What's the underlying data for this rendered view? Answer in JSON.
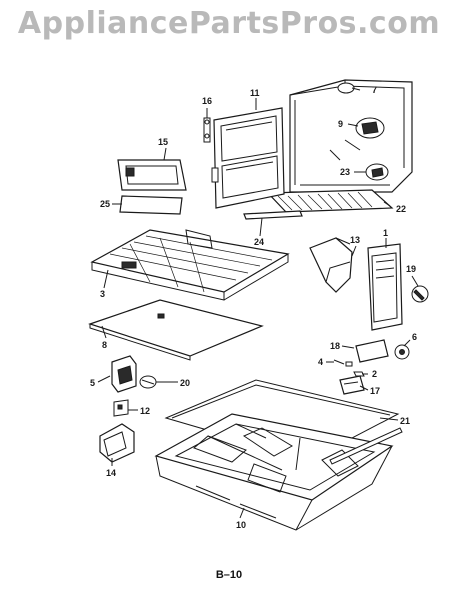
{
  "watermark": "AppliancePartsPros.com",
  "page_label": "B–10",
  "callouts": {
    "p1": "1",
    "p2": "2",
    "p3": "3",
    "p4": "4",
    "p5": "5",
    "p6": "6",
    "p7": "7",
    "p8": "8",
    "p9": "9",
    "p10": "10",
    "p11": "11",
    "p12": "12",
    "p13": "13",
    "p14": "14",
    "p15": "15",
    "p16": "16",
    "p17": "17",
    "p18": "18",
    "p19": "19",
    "p20": "20",
    "p21": "21",
    "p22": "22",
    "p23": "23",
    "p24": "24",
    "p25": "25"
  }
}
